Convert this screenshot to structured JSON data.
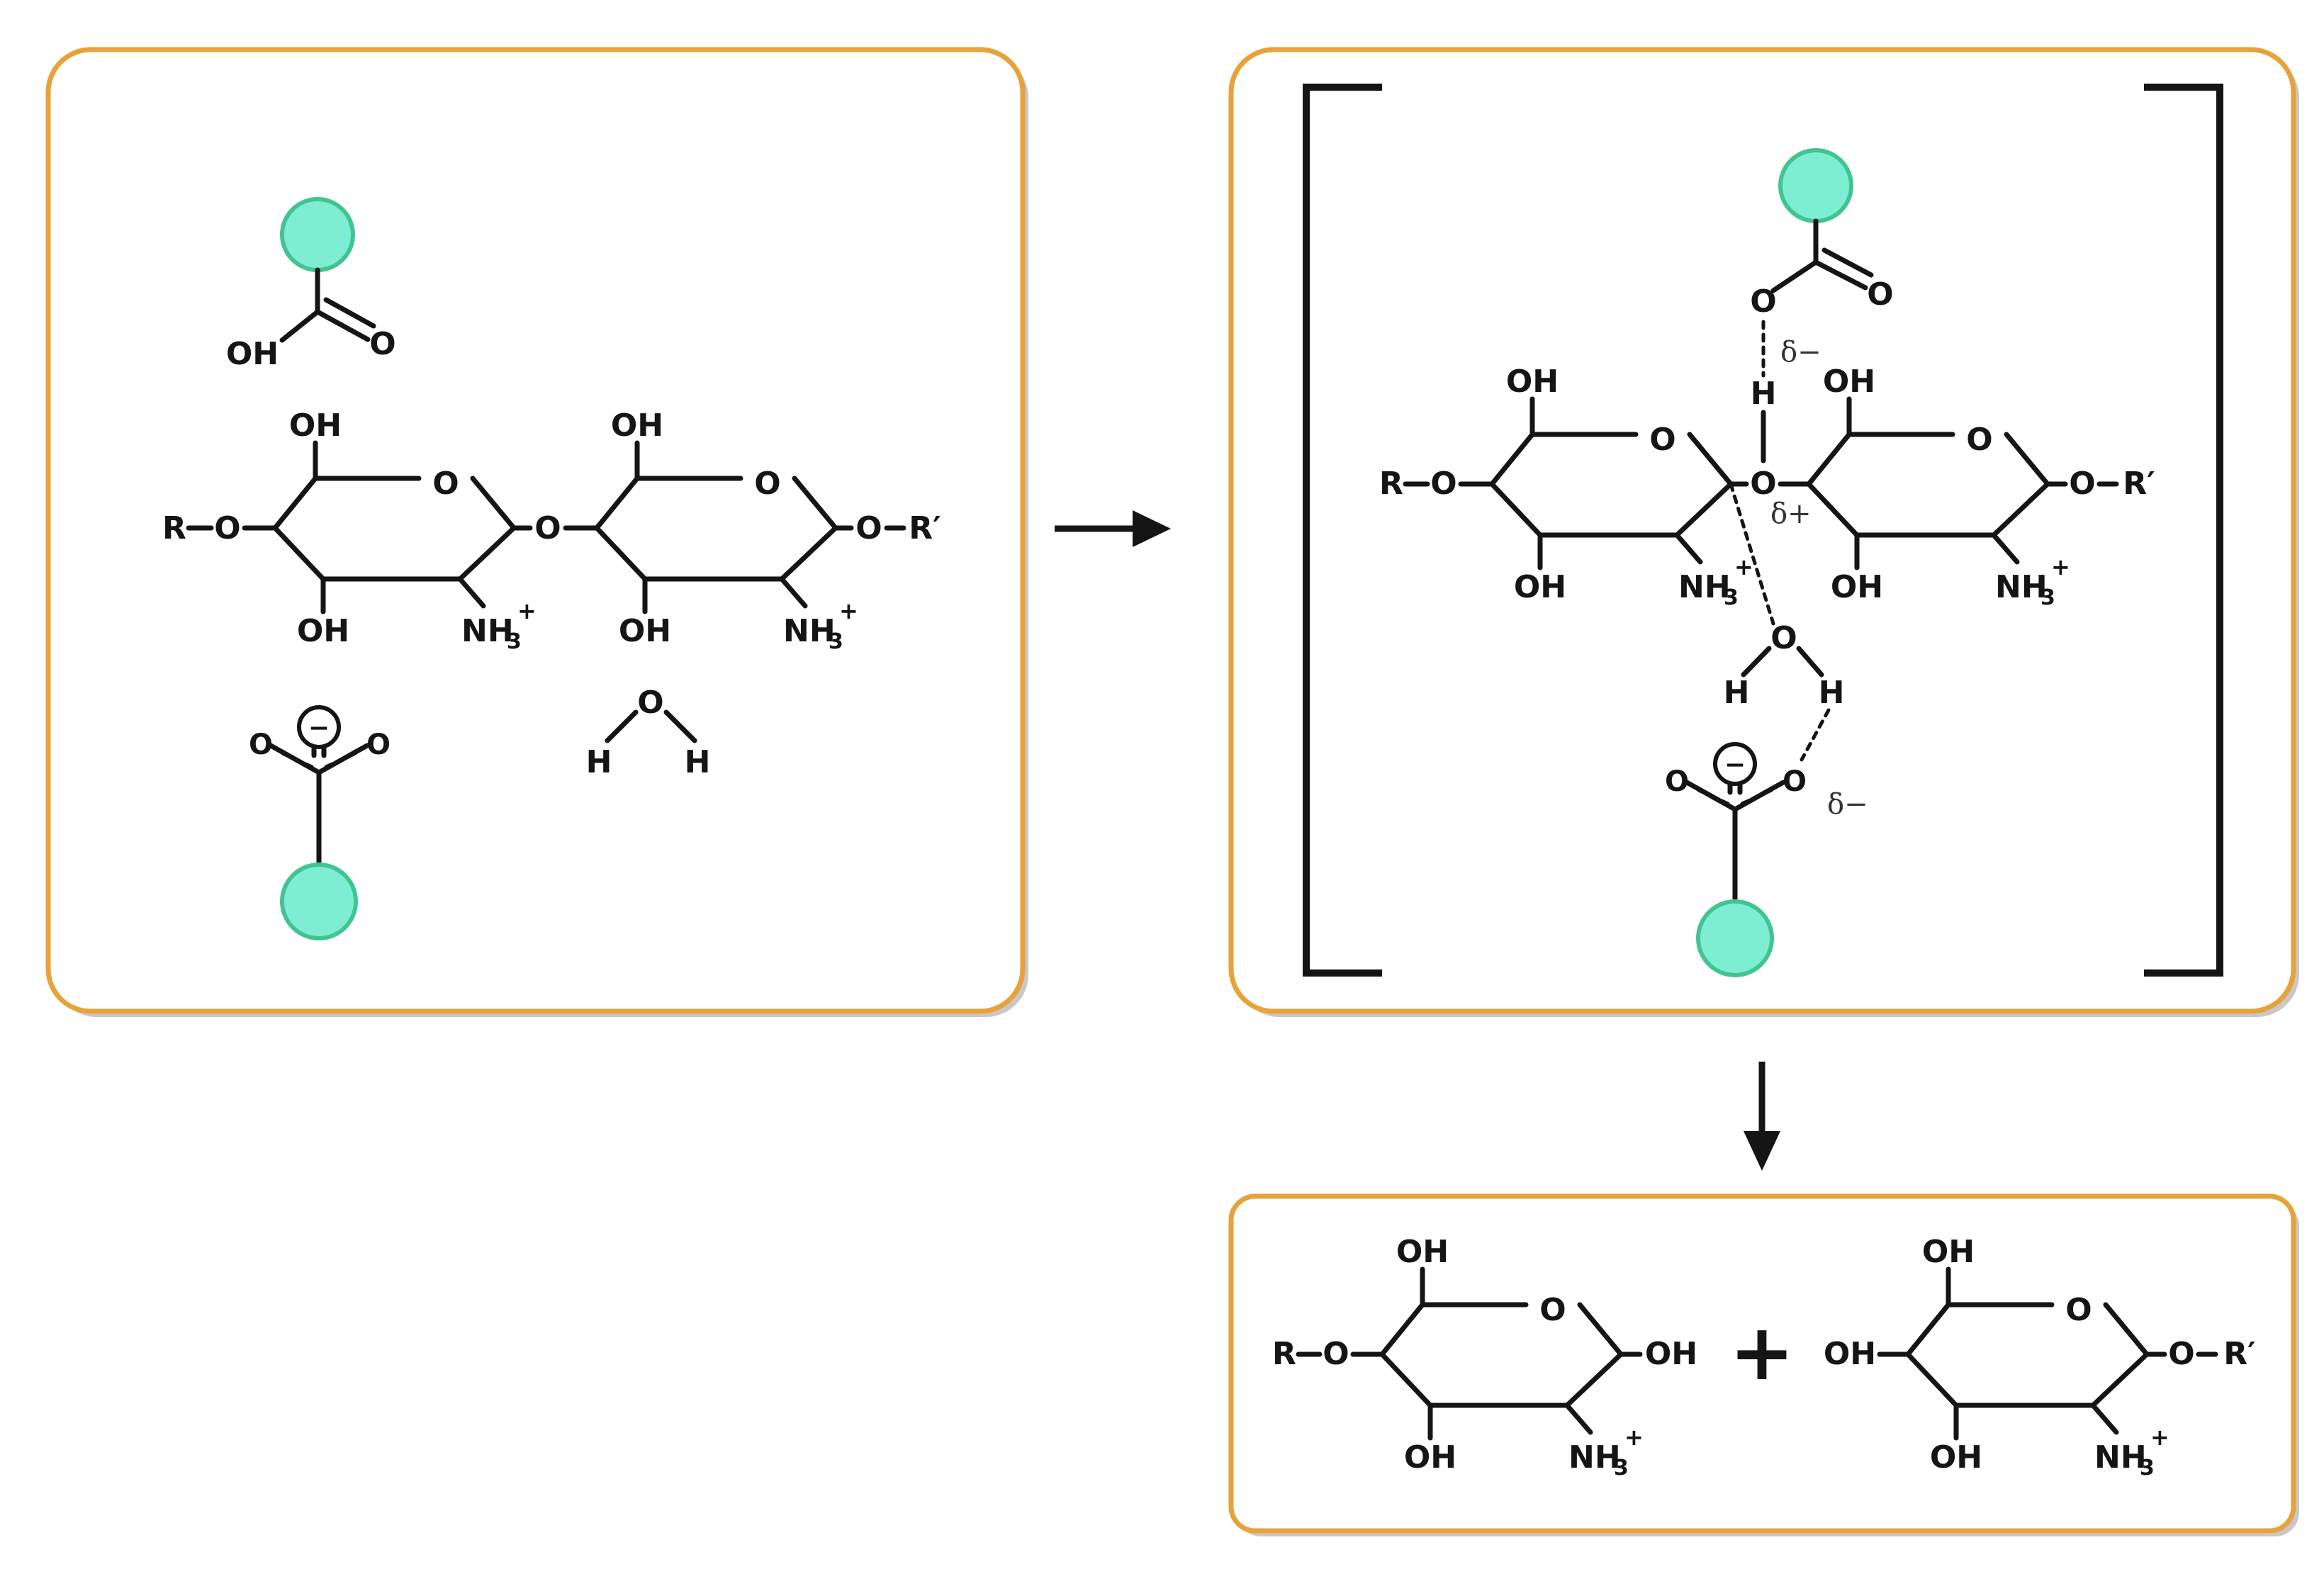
{
  "colors": {
    "panel_border": "#E8A23A",
    "bead_fill": "#7EEED3",
    "bead_stroke": "#41C491",
    "ink": "#151515"
  },
  "labels": {
    "oh": "OH",
    "o": "O",
    "h": "H",
    "r": "R",
    "r_prime": "R′",
    "nh3": "NH",
    "nh3_sub": "3",
    "nh3_sup": "+",
    "delta_minus": "δ−",
    "delta_plus": "δ+",
    "minus": "−",
    "plus": "+"
  },
  "panels": [
    {
      "name": "reactants",
      "contents": [
        "carboxylic acid bead",
        "chitosan dimer",
        "carboxylate bead",
        "water"
      ]
    },
    {
      "name": "transition-state",
      "contents": [
        "protonating carboxylic acid",
        "chitosan dimer",
        "water",
        "carboxylate"
      ]
    },
    {
      "name": "products",
      "contents": [
        "glucosamine unit (R-O)",
        "glucosamine unit (O-R′)"
      ]
    }
  ]
}
